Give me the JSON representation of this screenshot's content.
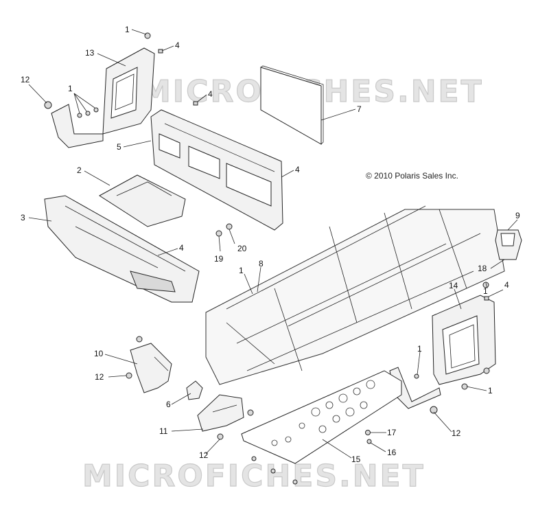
{
  "copyright": "© 2010 Polaris Sales Inc.",
  "watermark": {
    "top": "MICROFICHES.NET",
    "bottom": "MICROFICHES.NET"
  },
  "callouts": [
    {
      "id": "c1a",
      "label": "1"
    },
    {
      "id": "c4a",
      "label": "4"
    },
    {
      "id": "c13",
      "label": "13"
    },
    {
      "id": "c12a",
      "label": "12"
    },
    {
      "id": "c1b",
      "label": "1"
    },
    {
      "id": "c4b",
      "label": "4"
    },
    {
      "id": "c7",
      "label": "7"
    },
    {
      "id": "c5",
      "label": "5"
    },
    {
      "id": "c2",
      "label": "2"
    },
    {
      "id": "c4c",
      "label": "4"
    },
    {
      "id": "c3",
      "label": "3"
    },
    {
      "id": "c4d",
      "label": "4"
    },
    {
      "id": "c20",
      "label": "20"
    },
    {
      "id": "c19",
      "label": "19"
    },
    {
      "id": "c8",
      "label": "8"
    },
    {
      "id": "c1c",
      "label": "1"
    },
    {
      "id": "c9",
      "label": "9"
    },
    {
      "id": "c18",
      "label": "18"
    },
    {
      "id": "c1d",
      "label": "1"
    },
    {
      "id": "c4e",
      "label": "4"
    },
    {
      "id": "c14",
      "label": "14"
    },
    {
      "id": "c10",
      "label": "10"
    },
    {
      "id": "c12b",
      "label": "12"
    },
    {
      "id": "c1e",
      "label": "1"
    },
    {
      "id": "c1f",
      "label": "1"
    },
    {
      "id": "c6",
      "label": "6"
    },
    {
      "id": "c11",
      "label": "11"
    },
    {
      "id": "c12c",
      "label": "12"
    },
    {
      "id": "c12d",
      "label": "12"
    },
    {
      "id": "c17",
      "label": "17"
    },
    {
      "id": "c15",
      "label": "15"
    },
    {
      "id": "c16",
      "label": "16"
    }
  ]
}
